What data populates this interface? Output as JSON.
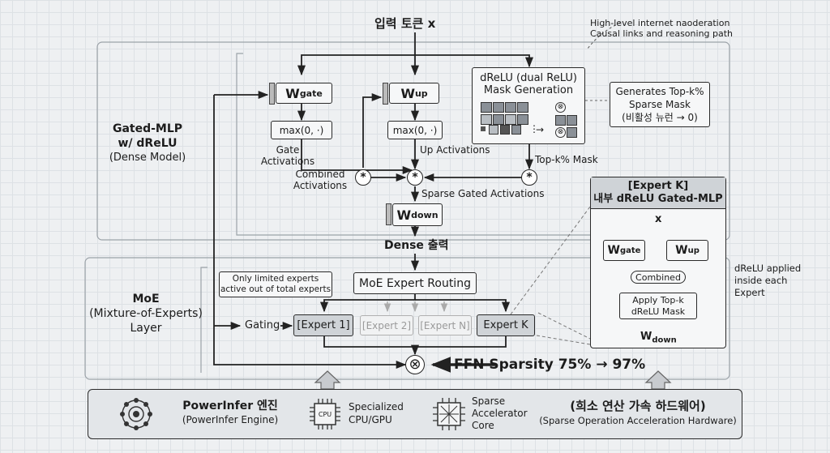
{
  "diagram": {
    "title": "입력 토큰 x",
    "top_note": {
      "line1": "High-level internet naoderation",
      "line2": "Causal links and reasoning path"
    },
    "dense_section": {
      "line1": "Gated-MLP",
      "line2": "w/ dReLU",
      "line3": "(Dense Model)"
    },
    "w_gate": {
      "main": "W",
      "sub": "gate"
    },
    "w_up": {
      "main": "W",
      "sub": "up"
    },
    "w_down": {
      "main": "W",
      "sub": "down"
    },
    "max_gate": "max(0, ·)",
    "max_up": "max(0, ·)",
    "gate_activations": {
      "line1": "Gate",
      "line2": "Activations"
    },
    "up_activations": "Up Activations",
    "mask_box": {
      "line1": "dReLU (dual ReLU)",
      "line2": "Mask Generation",
      "ellipsis": "⋮",
      "arrow": "→"
    },
    "mask_note": {
      "line1": "Generates Top-k%",
      "line2": "Sparse Mask",
      "line3": "(비활성 뉴런 → 0)"
    },
    "topk_mask": "Top-k% Mask",
    "combined_activations": {
      "line1": "Combined",
      "line2": "Activations"
    },
    "sparse_gated": "Sparse Gated Activations",
    "multiply_symbol": "*",
    "dense_output": "Dense 출력",
    "moe_section": {
      "line1": "MoE",
      "line2": "(Mixture-of-Experts)",
      "line3": "Layer"
    },
    "limited_note": {
      "line1": "Only limited experts",
      "line2": "active out of total experts"
    },
    "routing": "MoE Expert Routing",
    "gating": "Gating",
    "experts": [
      "[Expert 1]",
      "[Expert 2]",
      "[Expert N]",
      "Expert K"
    ],
    "otimes": "⊗",
    "ffn_sparsity": "FFN Sparsity 75% → 97%",
    "expert_detail": {
      "title1": "[Expert K]",
      "title2": "내부 dReLU Gated-MLP",
      "x": "x",
      "w_gate": {
        "main": "W",
        "sub": "gate"
      },
      "w_up": {
        "main": "W",
        "sub": "up"
      },
      "combined": "Combined",
      "apply": {
        "line1": "Apply Top-k",
        "line2": "dReLU Mask"
      },
      "w_down": {
        "main": "W",
        "sub": "down"
      }
    },
    "side_note": {
      "line1": "dReLU applied",
      "line2": "inside each",
      "line3": "Expert"
    },
    "bottom_bar": {
      "engine": {
        "line1": "PowerInfer 엔진",
        "line2": "(PowerInfer Engine)"
      },
      "cpu_chip": "CPU",
      "cpu": {
        "line1": "Specialized",
        "line2": "CPU/GPU"
      },
      "accel": {
        "line1": "Sparse",
        "line2": "Accelerator",
        "line3": "Core"
      },
      "hardware": {
        "line1": "(희소 연산 가속 하드웨어)",
        "line2": "(Sparse Operation Acceleration Hardware)"
      }
    }
  }
}
